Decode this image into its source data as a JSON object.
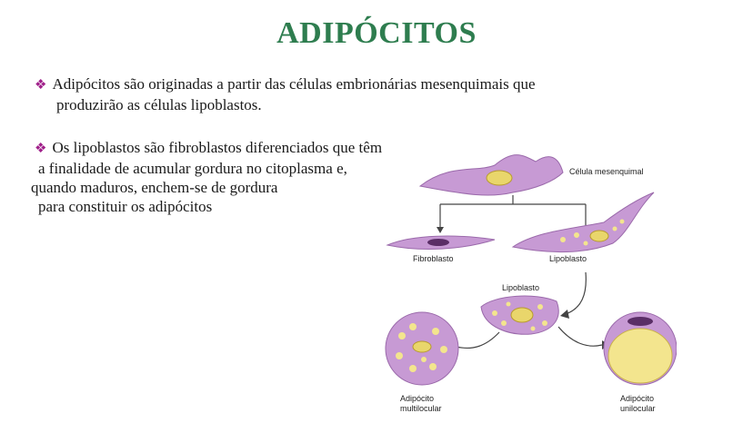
{
  "title": "ADIPÓCITOS",
  "paragraph1": {
    "line1": "Adipócitos são originadas a partir das células embrionárias mesenquimais que",
    "line2": "produzirão as células lipoblastos."
  },
  "paragraph2": {
    "line1": "Os lipoblastos são fibroblastos diferenciados que têm",
    "line2": "a finalidade de acumular gordura no citoplasma e,",
    "line3": "quando maduros, enchem-se de gordura",
    "line4": "para constituir os adipócitos"
  },
  "figure": {
    "label_mesenchymal": "Célula mesenquimal",
    "label_fibroblast": "Fibroblasto",
    "label_lipoblast1": "Lipoblasto",
    "label_lipoblast2": "Lipoblasto",
    "label_multilocular_1": "Adipócito",
    "label_multilocular_2": "multilocular",
    "label_unilocular_1": "Adipócito",
    "label_unilocular_2": "unilocular"
  },
  "colors": {
    "title": "#2e7d4f",
    "bullet": "#a0208a",
    "cell": "#c79ad4",
    "nucleus": "#e9d66b",
    "fat": "#f3e58e"
  }
}
